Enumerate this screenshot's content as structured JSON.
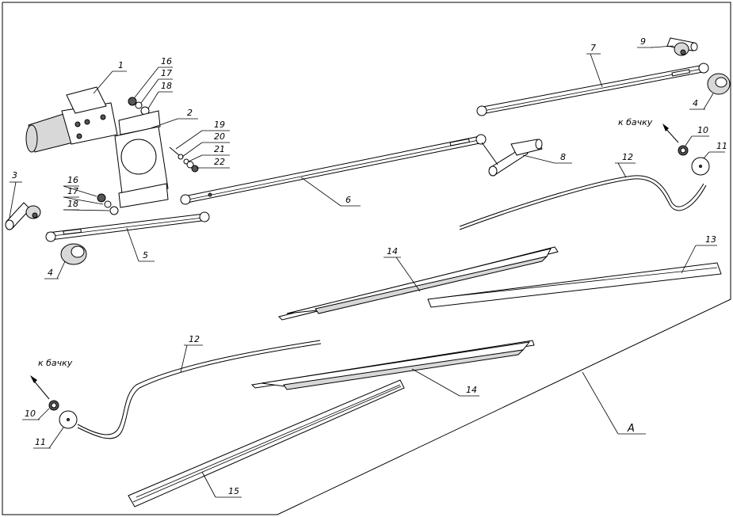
{
  "labels": {
    "p1": "1",
    "p2": "2",
    "p3": "3",
    "p4a": "4",
    "p4b": "4",
    "p5": "5",
    "p6": "6",
    "p7": "7",
    "p8": "8",
    "p9": "9",
    "p10a": "10",
    "p10b": "10",
    "p11a": "11",
    "p11b": "11",
    "p12a": "12",
    "p12b": "12",
    "p13": "13",
    "p14a": "14",
    "p14b": "14",
    "p15": "15",
    "p16a": "16",
    "p16b": "16",
    "p17a": "17",
    "p17b": "17",
    "p18a": "18",
    "p18b": "18",
    "p19": "19",
    "p20": "20",
    "p21": "21",
    "p22": "22",
    "viewA": "A",
    "tank1": "к бачку",
    "tank2": "к бачку"
  }
}
